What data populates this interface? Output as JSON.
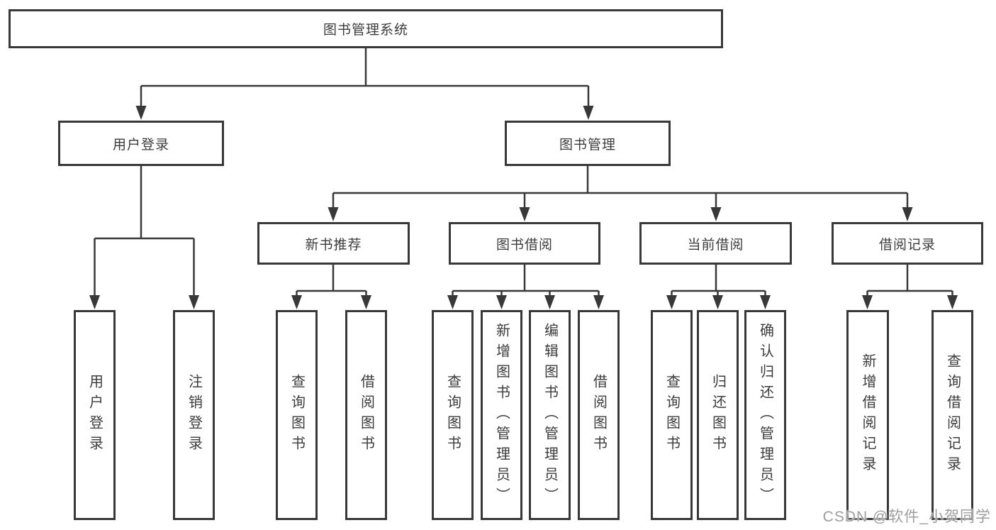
{
  "tree": {
    "label": "图书管理系统",
    "children": [
      {
        "label": "用户登录",
        "children": [
          {
            "label": "用户登录"
          },
          {
            "label": "注销登录"
          }
        ]
      },
      {
        "label": "图书管理",
        "children": [
          {
            "label": "新书推荐",
            "children": [
              {
                "label": "查询图书"
              },
              {
                "label": "借阅图书"
              }
            ]
          },
          {
            "label": "图书借阅",
            "children": [
              {
                "label": "查询图书"
              },
              {
                "label": "新增图书（管理员）"
              },
              {
                "label": "编辑图书（管理员）"
              },
              {
                "label": "借阅图书"
              }
            ]
          },
          {
            "label": "当前借阅",
            "children": [
              {
                "label": "查询图书"
              },
              {
                "label": "归还图书"
              },
              {
                "label": "确认归还（管理员）"
              }
            ]
          },
          {
            "label": "借阅记录",
            "children": [
              {
                "label": "新增借阅记录"
              },
              {
                "label": "查询借阅记录"
              }
            ]
          }
        ]
      }
    ]
  },
  "watermark": "CSDN @软件_小贺同学",
  "colors": {
    "line": "#383838",
    "box_border": "#383838",
    "text": "#3c3c3c",
    "watermark": "#9e9e9e",
    "background": "#ffffff"
  }
}
